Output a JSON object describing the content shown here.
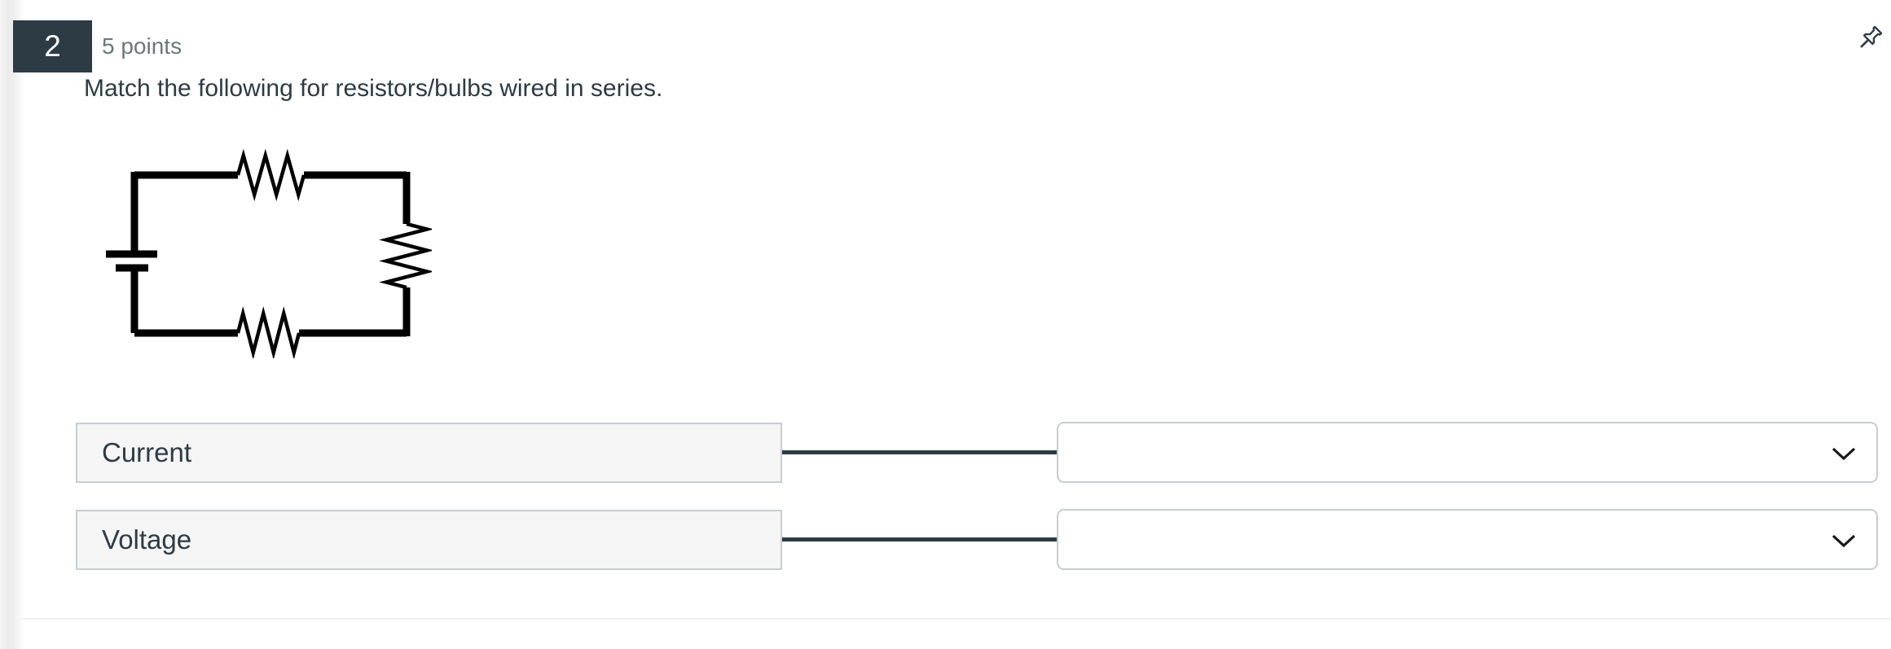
{
  "question": {
    "number": "2",
    "points_label": "5 points",
    "prompt": "Match the following for resistors/bulbs wired in series.",
    "items": [
      {
        "label": "Current",
        "selected_answer": ""
      },
      {
        "label": "Voltage",
        "selected_answer": ""
      }
    ]
  },
  "diagram": {
    "name": "series-circuit-diagram",
    "description": "Battery connected to three resistors in a single series loop"
  },
  "icons": {
    "pin": "pin-icon",
    "chevron": "chevron-down-icon"
  },
  "colors": {
    "badge_bg": "#2d3b45",
    "badge_text": "#ffffff",
    "points_text": "#6b7780",
    "prompt_text": "#2d3b45",
    "item_box_bg": "#f5f5f6",
    "item_box_border": "#c7cdd1",
    "connector_line": "#2d3b45",
    "dropdown_border": "#c7cdd1",
    "chevron": "#16181a",
    "circuit_stroke": "#000000",
    "divider": "#edeff0"
  }
}
